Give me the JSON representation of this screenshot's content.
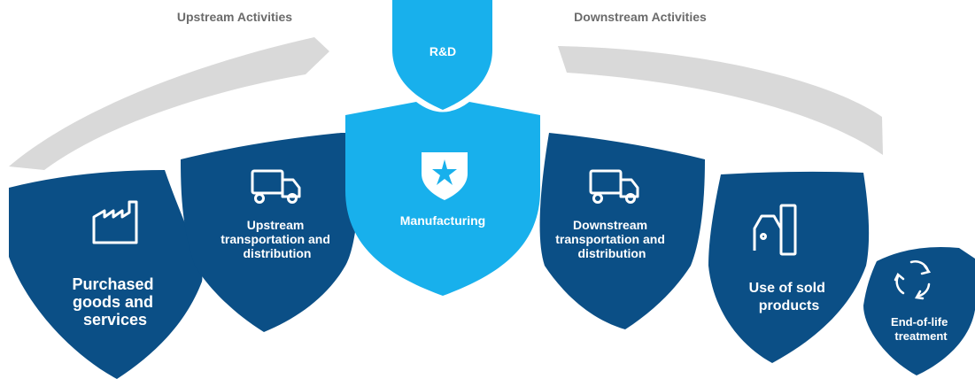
{
  "headers": {
    "upstream": "Upstream Activities",
    "downstream": "Downstream Activities"
  },
  "rnd_label": "R&D",
  "stages": [
    {
      "id": "purchased",
      "lines": [
        "Purchased",
        "goods and",
        "services"
      ],
      "icon": "factory-icon"
    },
    {
      "id": "upstream-transport",
      "lines": [
        "Upstream",
        "transportation and",
        "distribution"
      ],
      "icon": "truck-icon"
    },
    {
      "id": "manufacturing",
      "lines": [
        "Manufacturing"
      ],
      "icon": "star-logo-icon"
    },
    {
      "id": "downstream-transport",
      "lines": [
        "Downstream",
        "transportation and",
        "distribution"
      ],
      "icon": "truck-icon"
    },
    {
      "id": "use-of-sold",
      "lines": [
        "Use of sold",
        "products"
      ],
      "icon": "car-charger-icon"
    },
    {
      "id": "end-of-life",
      "lines": [
        "End-of-life",
        "treatment"
      ],
      "icon": "recycle-icon"
    }
  ],
  "colors": {
    "dark_blue": "#0b4f86",
    "light_blue": "#18b0ec",
    "arc_gray": "#d9d9d9",
    "header_gray": "#6b6b6b"
  }
}
